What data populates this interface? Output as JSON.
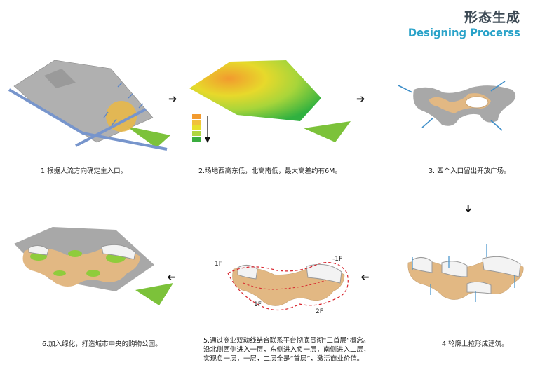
{
  "header": {
    "title_cn": "形态生成",
    "title_en": "Designing Procerss"
  },
  "steps": [
    {
      "caption": "1.根据人流方向确定主入口。"
    },
    {
      "caption": "2.场地西高东低，北高南低，最大高差约有6M。"
    },
    {
      "caption": "3. 四个入口留出开放广场。"
    },
    {
      "caption": "4.轮廓上拉形成建筑。"
    },
    {
      "caption_lines": [
        "5.通过商业双动线结合联系平台彻底贯彻“三首层”概念。",
        "沿北侧西侧进入一层，东侧进入负一层，南侧进入二层，",
        "实现负一层，一层，二层全是“首层”，激活商业价值。"
      ]
    },
    {
      "caption": "6.加入绿化，打造城市中央的购物公园。"
    }
  ],
  "floor_labels": {
    "a": "1F",
    "b": "-1F",
    "c": "1F",
    "d": "2F"
  },
  "icons": [
    "arrow-right-icon",
    "arrow-down-icon",
    "arrow-left-icon"
  ],
  "colors": {
    "accent": "#2ba3c9",
    "green": "#6ab72b",
    "site_gray": "#a8a8a8",
    "plaza_tan": "#e2b883",
    "path_blue": "#6b8fc7",
    "dashed_red": "#d8262f"
  }
}
